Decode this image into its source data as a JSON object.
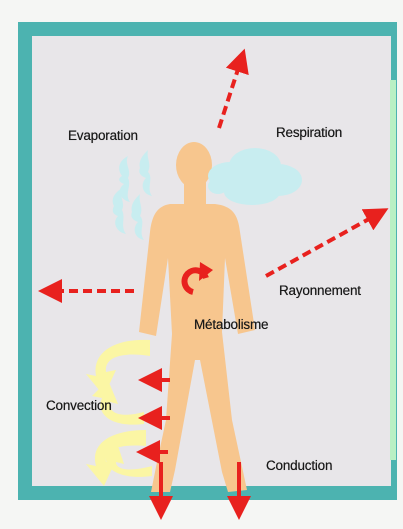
{
  "colors": {
    "frame": "#4cb3b0",
    "room": "#e8e6e9",
    "body": "#f7c68e",
    "arrow": "#e8211e",
    "breath": "#c8edf0",
    "convection": "#fbf6a4",
    "accent_strip": "#b9f0c4"
  },
  "labels": {
    "evaporation": "Evaporation",
    "respiration": "Respiration",
    "rayonnement": "Rayonnement",
    "metabolisme": "Métabolisme",
    "convection": "Convection",
    "conduction": "Conduction"
  },
  "icons": {
    "metabolism": "circular-arrow-icon",
    "convection": "curved-arrows-icon",
    "evaporation": "vapour-wisps-icon",
    "respiration": "breath-cloud-icon"
  }
}
